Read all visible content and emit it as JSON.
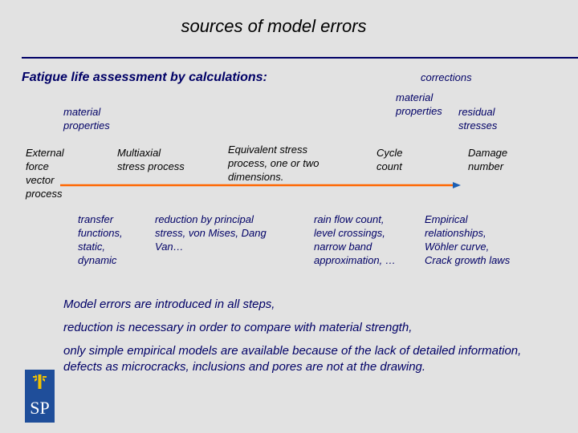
{
  "slide": {
    "title": "sources of model errors",
    "subtitle": "Fatigue life assessment by calculations:"
  },
  "top_labels": {
    "corrections": "corrections",
    "material_properties_right": "material\nproperties",
    "residual_stresses": "residual\nstresses",
    "material_properties_left": "material\nproperties"
  },
  "stages": {
    "external_force": "External\nforce\nvector\nprocess",
    "multiaxial": "Multiaxial\nstress process",
    "equivalent": "Equivalent stress\nprocess, one or two\ndimensions.",
    "cycle_count": "Cycle\ncount",
    "damage_number": "Damage\nnumber"
  },
  "methods": {
    "transfer": "transfer\nfunctions,\nstatic,\ndynamic",
    "reduction": "reduction by principal\nstress, von Mises, Dang\nVan…",
    "rainflow": "rain flow count,\nlevel crossings,\nnarrow band\napproximation, …",
    "empirical": "Empirical\nrelationships,\nWöhler curve,\nCrack growth laws"
  },
  "notes": [
    "Model errors are introduced in all steps,",
    "reduction is necessary in order to compare with material strength,",
    "only simple empirical models are available because of the lack of detailed information, defects as microcracks, inclusions and pores are not at the drawing."
  ],
  "logo": {
    "text": "SP",
    "color": "#1f4e9a",
    "accent": "#f2c200"
  },
  "colors": {
    "arrow": "#ff6600",
    "text_navy": "#000066",
    "background": "#e2e2e2"
  }
}
